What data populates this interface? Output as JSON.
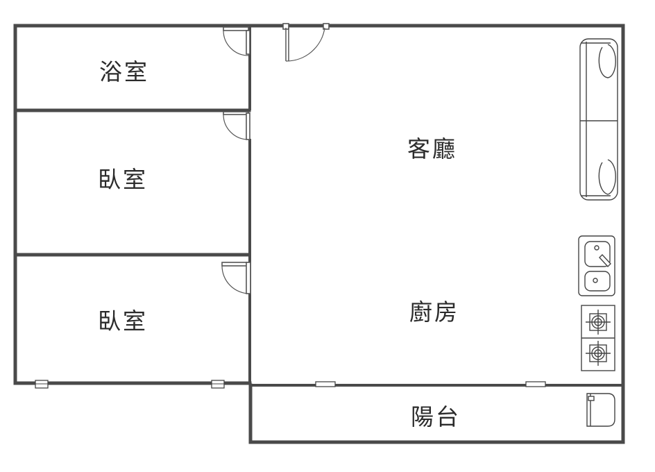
{
  "floor_plan": {
    "rooms": [
      {
        "id": "bathroom",
        "label": "浴室"
      },
      {
        "id": "bedroom-1",
        "label": "臥室"
      },
      {
        "id": "bedroom-2",
        "label": "臥室"
      },
      {
        "id": "living-room",
        "label": "客廳"
      },
      {
        "id": "kitchen",
        "label": "廚房"
      },
      {
        "id": "balcony",
        "label": "陽台"
      }
    ],
    "fixtures": [
      "sofa",
      "double-sink",
      "two-burner-stove",
      "washing-machine"
    ],
    "colors": {
      "wall": "#4a4a4a",
      "text": "#2b2b2b",
      "background": "#ffffff"
    }
  }
}
